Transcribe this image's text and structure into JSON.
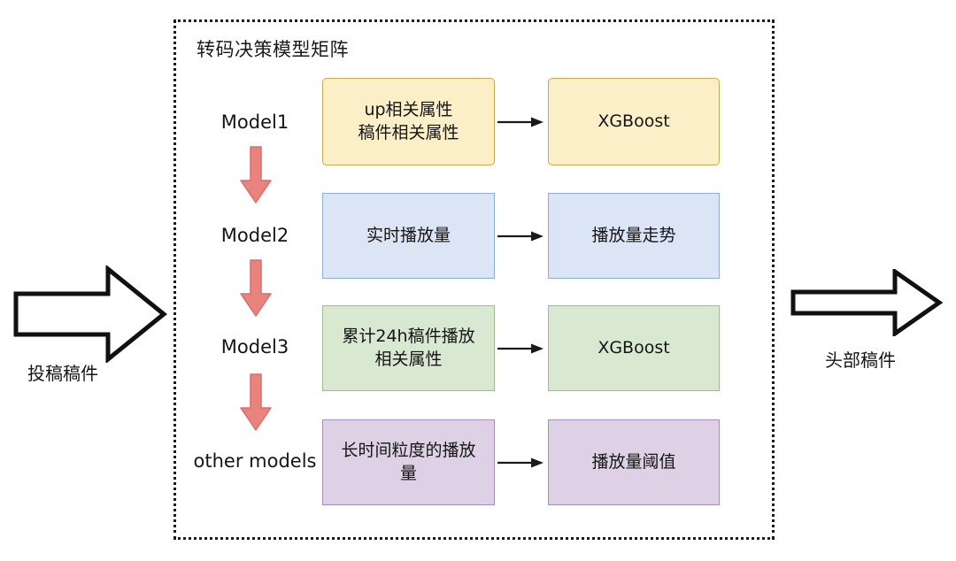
{
  "diagram": {
    "container_title": "转码决策模型矩阵",
    "input": {
      "label": "投稿稿件",
      "icon": "right-arrow-outline-icon"
    },
    "output": {
      "label": "头部稿件",
      "icon": "right-arrow-outline-icon"
    },
    "flow_arrow_icon": "down-arrow-icon",
    "connector_icon": "right-arrow-icon",
    "colors": {
      "yellow_fill": "#faefc6",
      "yellow_border": "#c8a94d",
      "blue_fill": "#dbe5f6",
      "blue_border": "#8fadd2",
      "green_fill": "#d9e8d1",
      "green_border": "#9cbe8f",
      "purple_fill": "#ded1e5",
      "purple_border": "#a98cba",
      "flow_arrow": "#e8837e",
      "flow_arrow_border": "#d96f6c",
      "container_border": "#1a1a1a",
      "text": "#151515"
    },
    "rows": [
      {
        "model": "Model1",
        "input_node": "up相关属性\n稿件相关属性",
        "input_lines": [
          "up相关属性",
          "稿件相关属性"
        ],
        "output_node": "XGBoost",
        "color": "yellow"
      },
      {
        "model": "Model2",
        "input_node": "实时播放量",
        "input_lines": [
          "实时播放量"
        ],
        "output_node": "播放量走势",
        "color": "blue"
      },
      {
        "model": "Model3",
        "input_node": "累计24h稿件播放相关属性",
        "input_lines": [
          "累计24h稿件播放",
          "相关属性"
        ],
        "output_node": "XGBoost",
        "color": "green"
      },
      {
        "model": "other models",
        "input_node": "长时间粒度的播放量",
        "input_lines": [
          "长时间粒度的播放",
          "量"
        ],
        "output_node": "播放量阈值",
        "color": "purple"
      }
    ]
  }
}
